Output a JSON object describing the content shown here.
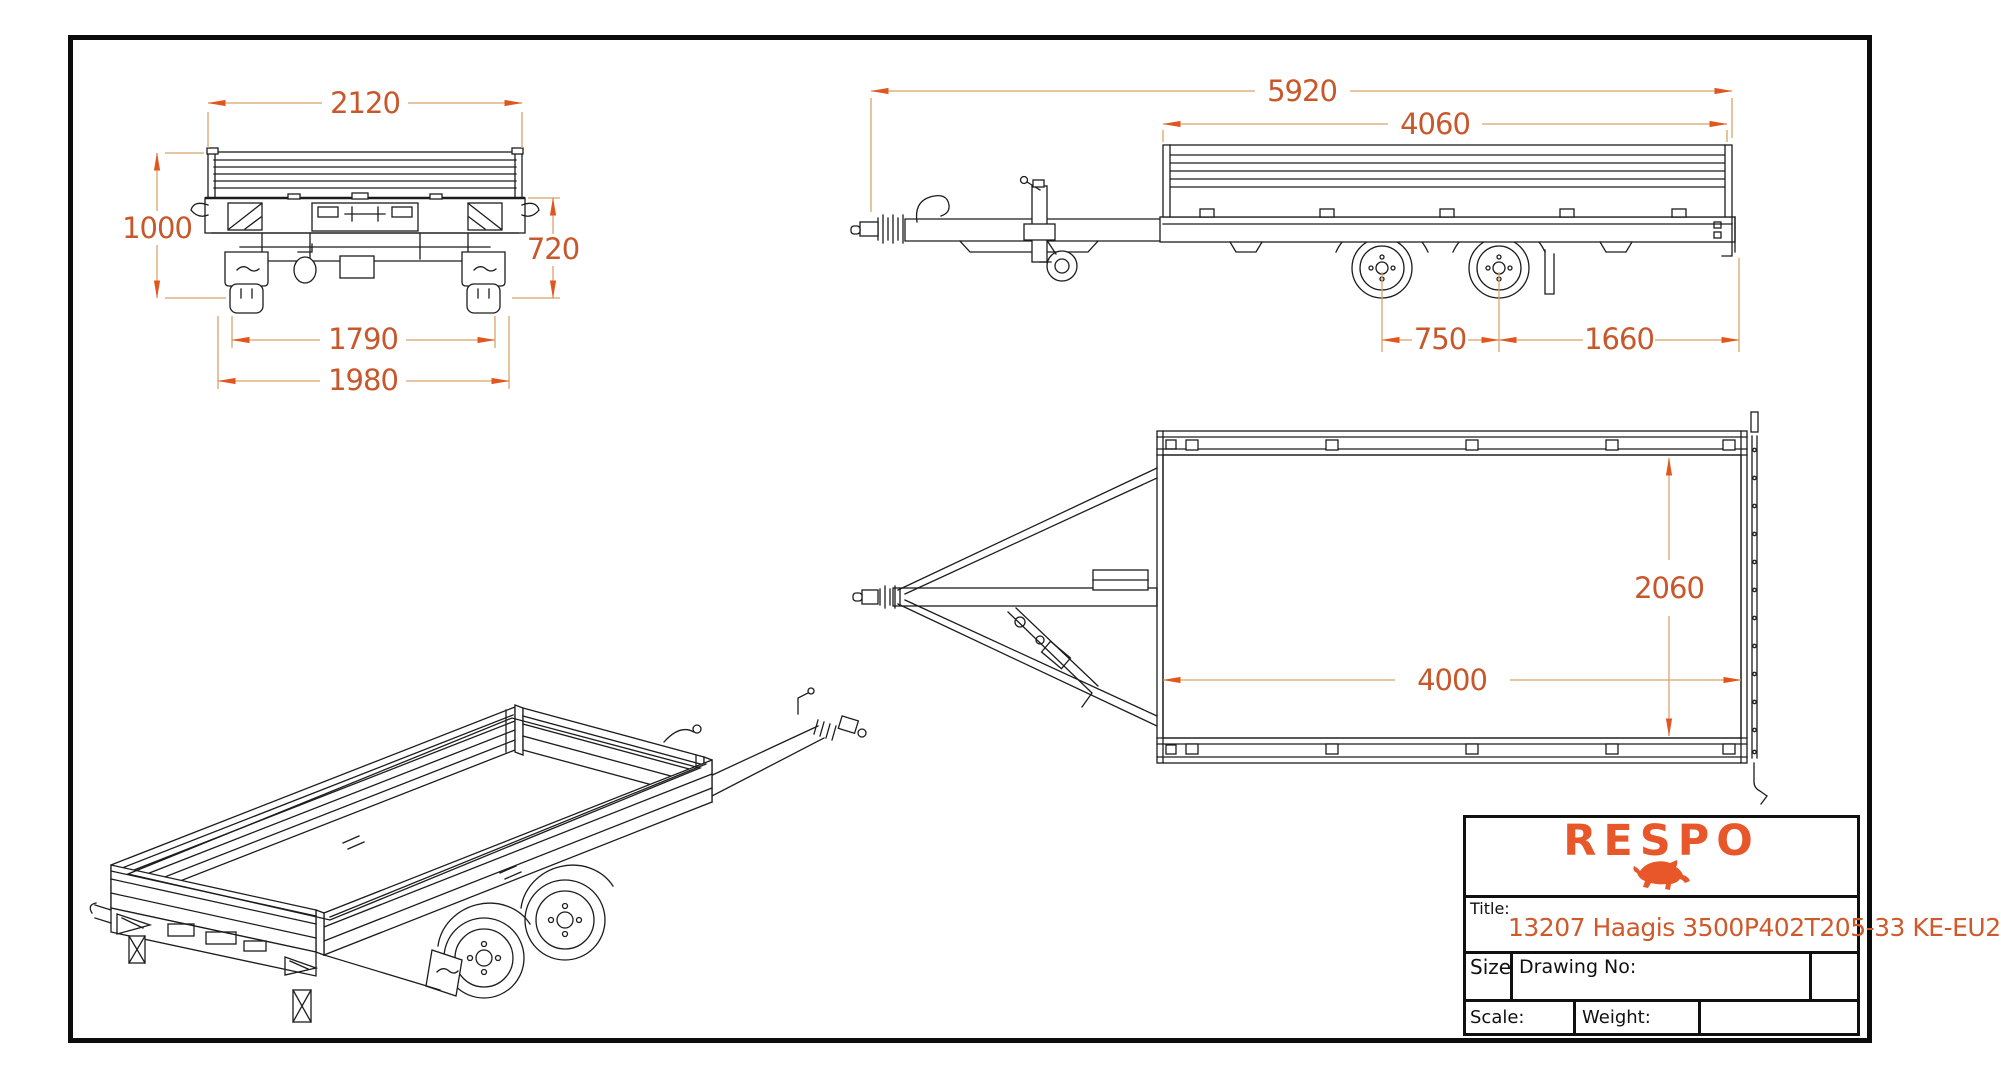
{
  "colors": {
    "accent_orange": "#e8572a",
    "dim_arrow": "#e0561e",
    "dim_line": "#d8a468",
    "dim_text": "#c7582b",
    "line_art": "#1c1c1c",
    "background": "#ffffff"
  },
  "views": {
    "rear_view": {
      "dims": {
        "overall_width": "2120",
        "overall_height": "1000",
        "platform_height": "720",
        "support_spacing": "1790",
        "body_width": "1980"
      }
    },
    "side_view": {
      "dims": {
        "overall_length": "5920",
        "bed_length": "4060",
        "axle_spacing": "750",
        "axle_to_rear": "1660"
      }
    },
    "top_view": {
      "dims": {
        "inner_width": "2060",
        "inner_length": "4000"
      }
    }
  },
  "title_block": {
    "brand": "RESPO",
    "bull_icon": "respo-bull",
    "title_label": "Title:",
    "title_value": "13207 Haagis 3500P402T205-33 KE-EU2",
    "size_label": "Size",
    "drawing_no_label": "Drawing No:",
    "scale_label": "Scale:",
    "weight_label": "Weight:"
  }
}
